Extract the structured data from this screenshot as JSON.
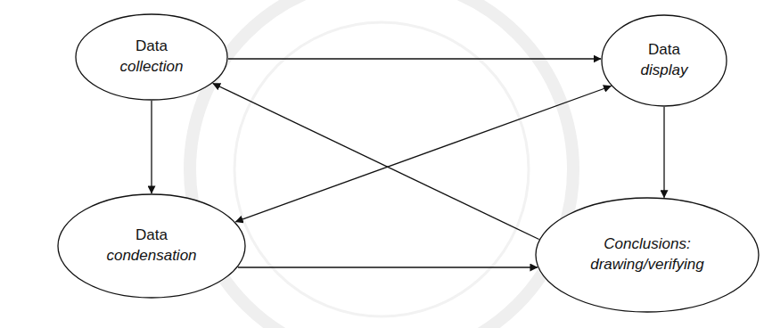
{
  "diagram": {
    "nodes": [
      {
        "text": [
          "Data collection"
        ]
      },
      {
        "text": [
          "Data display"
        ]
      },
      {
        "text": [
          "Data condensation"
        ]
      },
      {
        "text": [
          "Conclusions: drawing/verifying"
        ]
      }
    ],
    "edges": [
      {
        "from": 0,
        "to": 1,
        "arrow": "to"
      },
      {
        "from": 0,
        "to": 2,
        "arrow": "to"
      },
      {
        "from": 1,
        "to": 3,
        "arrow": "to"
      },
      {
        "from": 3,
        "to": 0,
        "arrow": "to"
      },
      {
        "from": 1,
        "to": 2,
        "arrow": "both"
      },
      {
        "from": 2,
        "to": 3,
        "arrow": "to"
      }
    ]
  }
}
